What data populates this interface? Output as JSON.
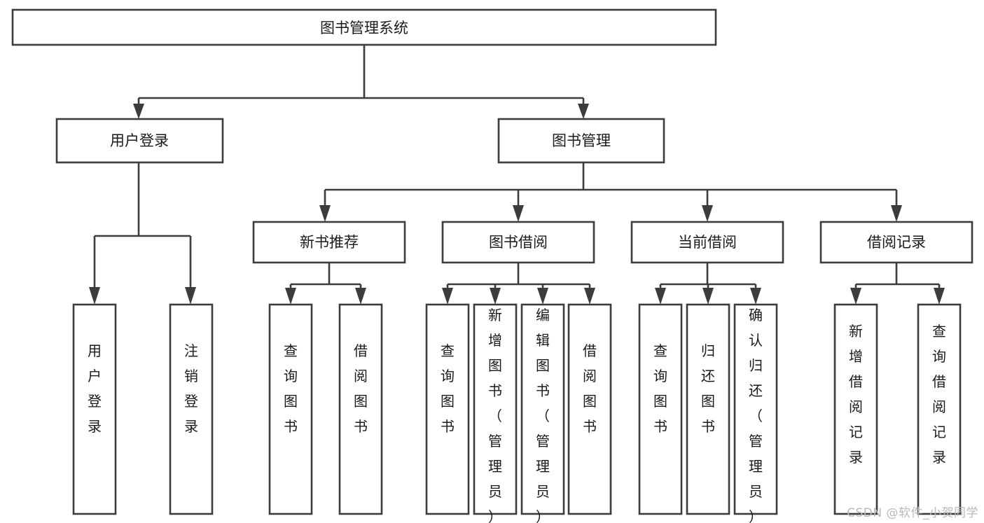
{
  "diagram": {
    "title": "图书管理系统",
    "type": "tree-hierarchy",
    "root": {
      "id": "root",
      "label": "图书管理系统"
    },
    "level2": [
      {
        "id": "user-login",
        "label": "用户登录"
      },
      {
        "id": "book-management",
        "label": "图书管理"
      }
    ],
    "level3": [
      {
        "id": "new-book-recommend",
        "label": "新书推荐",
        "parent": "book-management"
      },
      {
        "id": "book-borrow",
        "label": "图书借阅",
        "parent": "book-management"
      },
      {
        "id": "current-borrow",
        "label": "当前借阅",
        "parent": "book-management"
      },
      {
        "id": "borrow-record",
        "label": "借阅记录",
        "parent": "book-management"
      }
    ],
    "leaves": [
      {
        "id": "leaf-user-login",
        "label": "用户登录",
        "parent": "user-login"
      },
      {
        "id": "leaf-user-logout",
        "label": "注销登录",
        "parent": "user-login"
      },
      {
        "id": "leaf-query-book-1",
        "label": "查询图书",
        "parent": "new-book-recommend"
      },
      {
        "id": "leaf-borrow-book-1",
        "label": "借阅图书",
        "parent": "new-book-recommend"
      },
      {
        "id": "leaf-query-book-2",
        "label": "查询图书",
        "parent": "book-borrow"
      },
      {
        "id": "leaf-add-book",
        "label": "新增图书（管理员）",
        "parent": "book-borrow"
      },
      {
        "id": "leaf-edit-book",
        "label": "编辑图书（管理员）",
        "parent": "book-borrow"
      },
      {
        "id": "leaf-borrow-book-2",
        "label": "借阅图书",
        "parent": "book-borrow"
      },
      {
        "id": "leaf-query-book-3",
        "label": "查询图书",
        "parent": "current-borrow"
      },
      {
        "id": "leaf-return-book",
        "label": "归还图书",
        "parent": "current-borrow"
      },
      {
        "id": "leaf-confirm-return",
        "label": "确认归还（管理员）",
        "parent": "current-borrow"
      },
      {
        "id": "leaf-add-record",
        "label": "新增借阅记录",
        "parent": "borrow-record"
      },
      {
        "id": "leaf-query-record",
        "label": "查询借阅记录",
        "parent": "borrow-record"
      }
    ]
  },
  "colors": {
    "stroke": "#3c3c3c",
    "fill": "#ffffff",
    "text": "#1a1a1a",
    "watermark": "#b9b9b9"
  },
  "watermark": {
    "text": "CSDN @软件_小贺同学"
  }
}
